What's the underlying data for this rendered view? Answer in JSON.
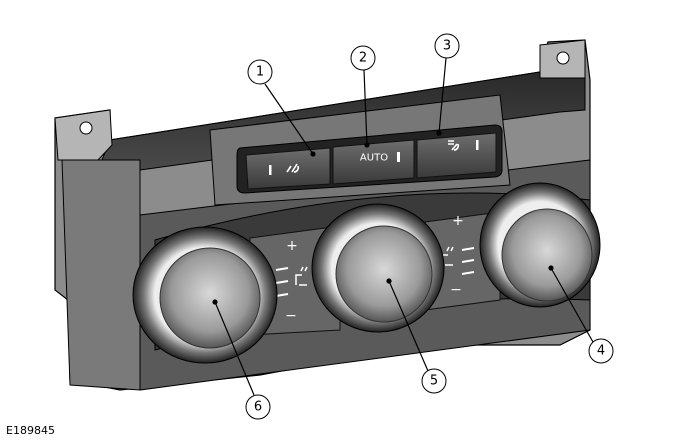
{
  "figure": {
    "id_label": "E189845",
    "auto_label": "AUTO",
    "plus_label": "+",
    "minus_label": "−",
    "callouts": [
      {
        "number": "1",
        "target": "rear-screen-heat-button"
      },
      {
        "number": "2",
        "target": "auto-button"
      },
      {
        "number": "3",
        "target": "windscreen-heat-button"
      },
      {
        "number": "4",
        "target": "right-temperature-knob"
      },
      {
        "number": "5",
        "target": "fan-speed-knob"
      },
      {
        "number": "6",
        "target": "left-temperature-knob"
      }
    ]
  }
}
